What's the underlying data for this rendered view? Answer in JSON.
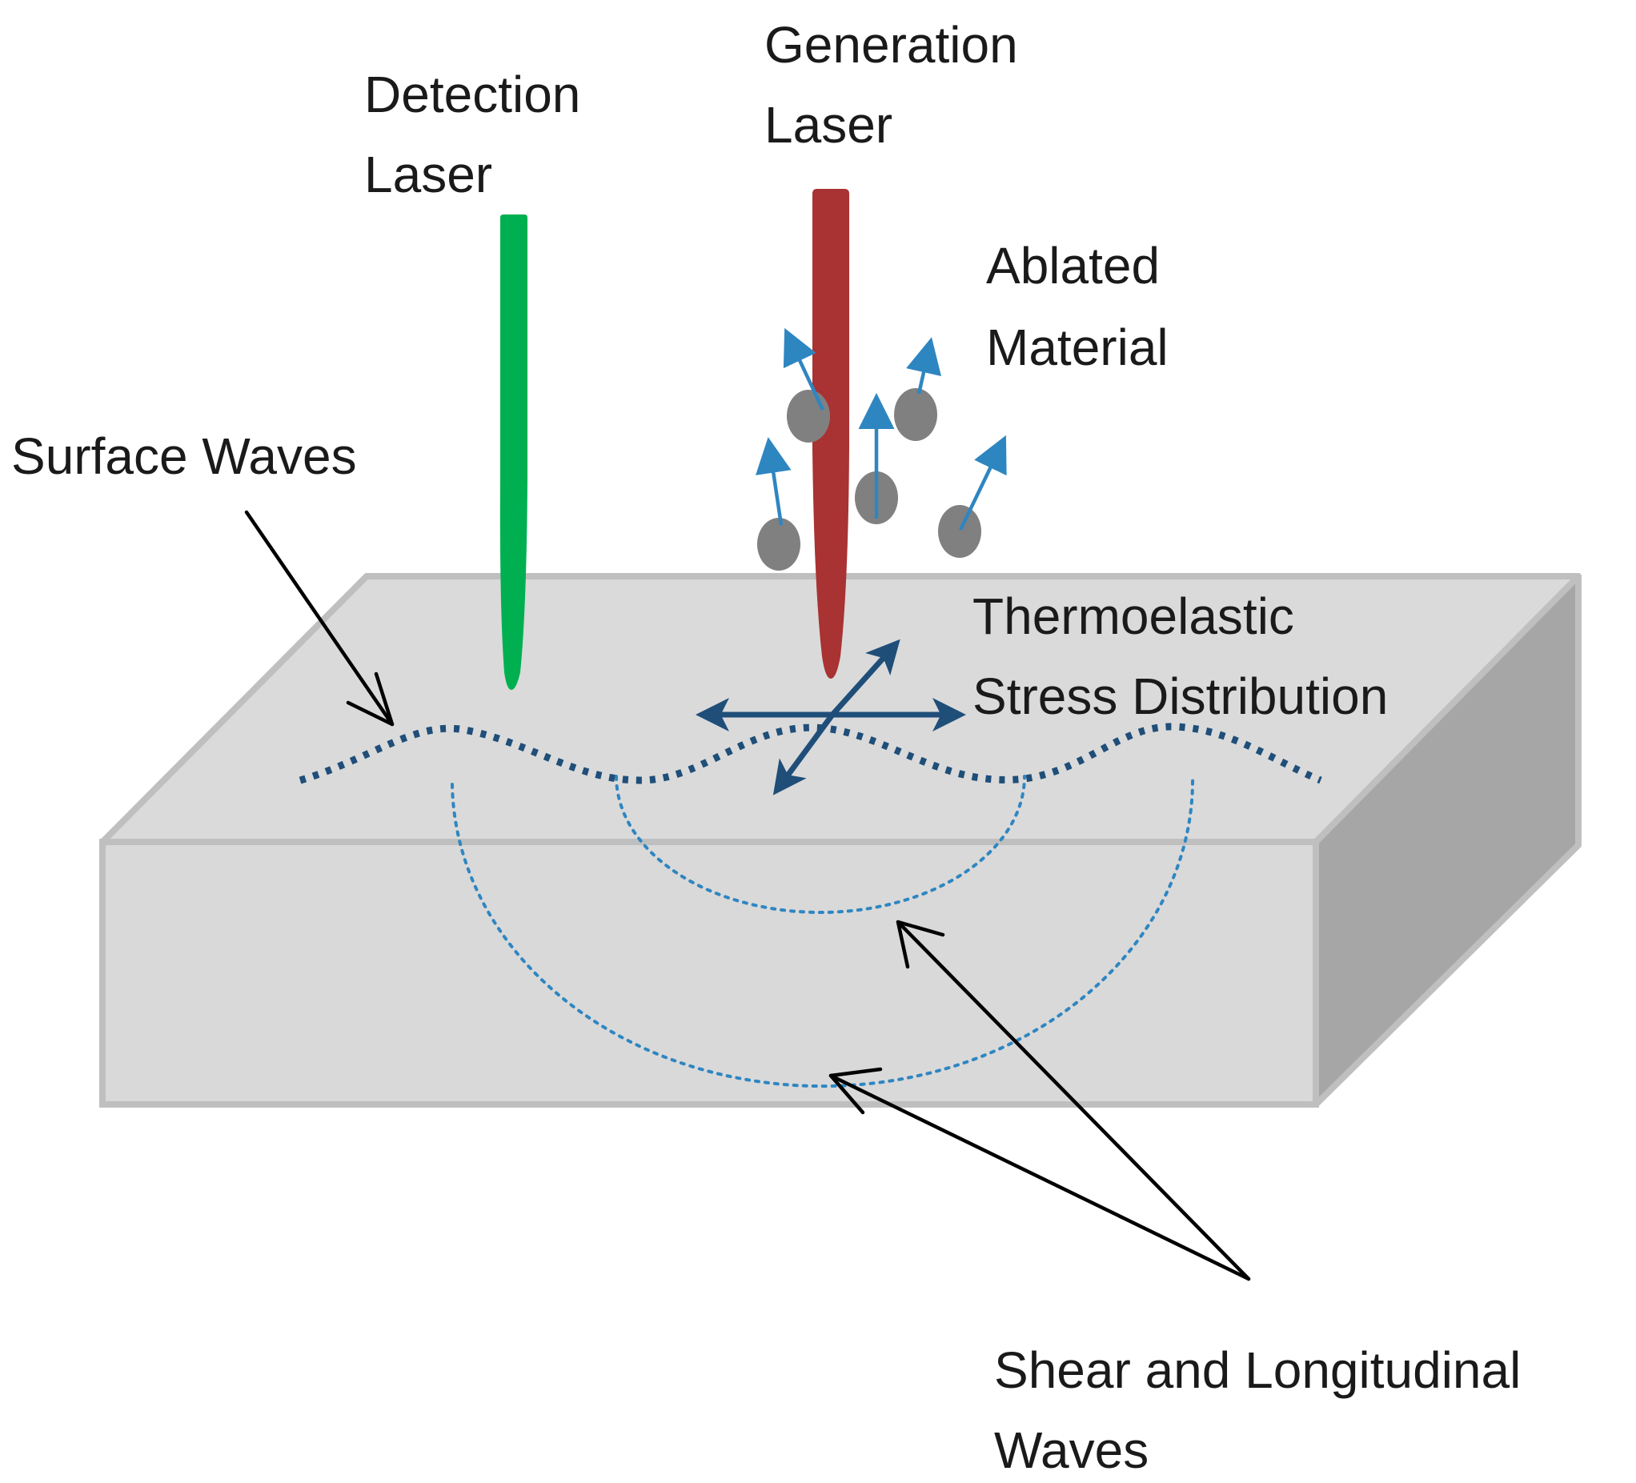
{
  "labels": {
    "detection_line1": "Detection",
    "detection_line2": "Laser",
    "generation_line1": "Generation",
    "generation_line2": "Laser",
    "ablated_line1": "Ablated",
    "ablated_line2": "Material",
    "surface_waves": "Surface Waves",
    "thermo_line1": "Thermoelastic",
    "thermo_line2": "Stress Distribution",
    "shear_line1": "Shear and Longitudinal",
    "shear_line2": "Waves"
  },
  "colors": {
    "block_top": "#dadada",
    "block_front": "#d9d9d9",
    "block_side": "#a6a6a6",
    "block_edge": "#bfbfbf",
    "detection_laser": "#00b050",
    "generation_laser": "#a93232",
    "particle": "#808080",
    "particle_arrow": "#2e86c1",
    "stress_arrow": "#1f4e79",
    "surface_wave": "#1f4e79",
    "bulk_wave": "#2e86c1",
    "pointer": "#000000"
  }
}
